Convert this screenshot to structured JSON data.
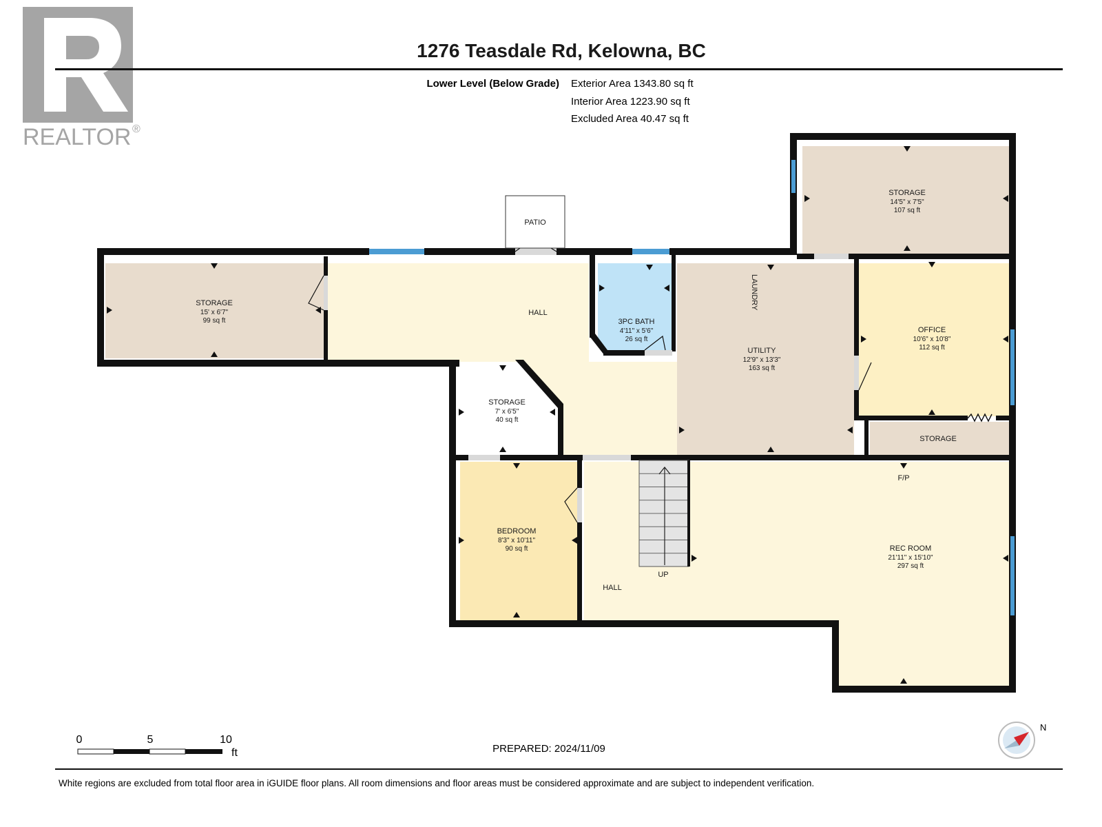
{
  "logo": {
    "wordmark": "REALTOR",
    "mark": "®",
    "letter": "R"
  },
  "header": {
    "title": "1276 Teasdale Rd, Kelowna, BC"
  },
  "areas": {
    "level": "Lower Level (Below Grade)",
    "exterior": "Exterior Area 1343.80 sq ft",
    "interior": "Interior Area 1223.90 sq ft",
    "excluded": "Excluded Area 40.47 sq ft"
  },
  "rooms": {
    "storage_top": {
      "name": "STORAGE",
      "dims": "14'5\" x 7'5\"",
      "area": "107 sq ft"
    },
    "storage_left": {
      "name": "STORAGE",
      "dims": "15' x 6'7\"",
      "area": "99 sq ft"
    },
    "hall_top": {
      "name": "HALL"
    },
    "bath": {
      "name": "3PC BATH",
      "dims": "4'11\" x 5'6\"",
      "area": "26 sq ft"
    },
    "utility": {
      "name": "UTILITY",
      "dims": "12'9\" x 13'3\"",
      "area": "163 sq ft"
    },
    "laundry": {
      "name": "LAUNDRY"
    },
    "office": {
      "name": "OFFICE",
      "dims": "10'6\" x 10'8\"",
      "area": "112 sq ft"
    },
    "storage_mid": {
      "name": "STORAGE",
      "dims": "7' x 6'5\"",
      "area": "40 sq ft"
    },
    "storage_small": {
      "name": "STORAGE"
    },
    "bedroom": {
      "name": "BEDROOM",
      "dims": "8'3\" x 10'11\"",
      "area": "90 sq ft"
    },
    "hall_bottom": {
      "name": "HALL"
    },
    "stairs": {
      "name": "UP"
    },
    "rec_room": {
      "name": "REC ROOM",
      "dims": "21'11\" x 15'10\"",
      "area": "297 sq ft"
    },
    "fp": {
      "name": "F/P"
    },
    "patio": {
      "name": "PATIO"
    }
  },
  "scale": {
    "labels": [
      "0",
      "5",
      "10"
    ],
    "unit": "ft"
  },
  "prepared": "PREPARED: 2024/11/09",
  "compass": {
    "letter": "N"
  },
  "footer": {
    "note": "White regions are excluded from total floor area in iGUIDE floor plans. All room dimensions and floor areas must be considered approximate and are subject to independent verification."
  },
  "colors": {
    "storage": "#e8dccd",
    "hall": "#fdf6dc",
    "bath": "#bfe3f7",
    "office": "#fdf0c4",
    "bedroom": "#fbe9b4",
    "window": "#4b9cd3",
    "wall": "#111111"
  }
}
